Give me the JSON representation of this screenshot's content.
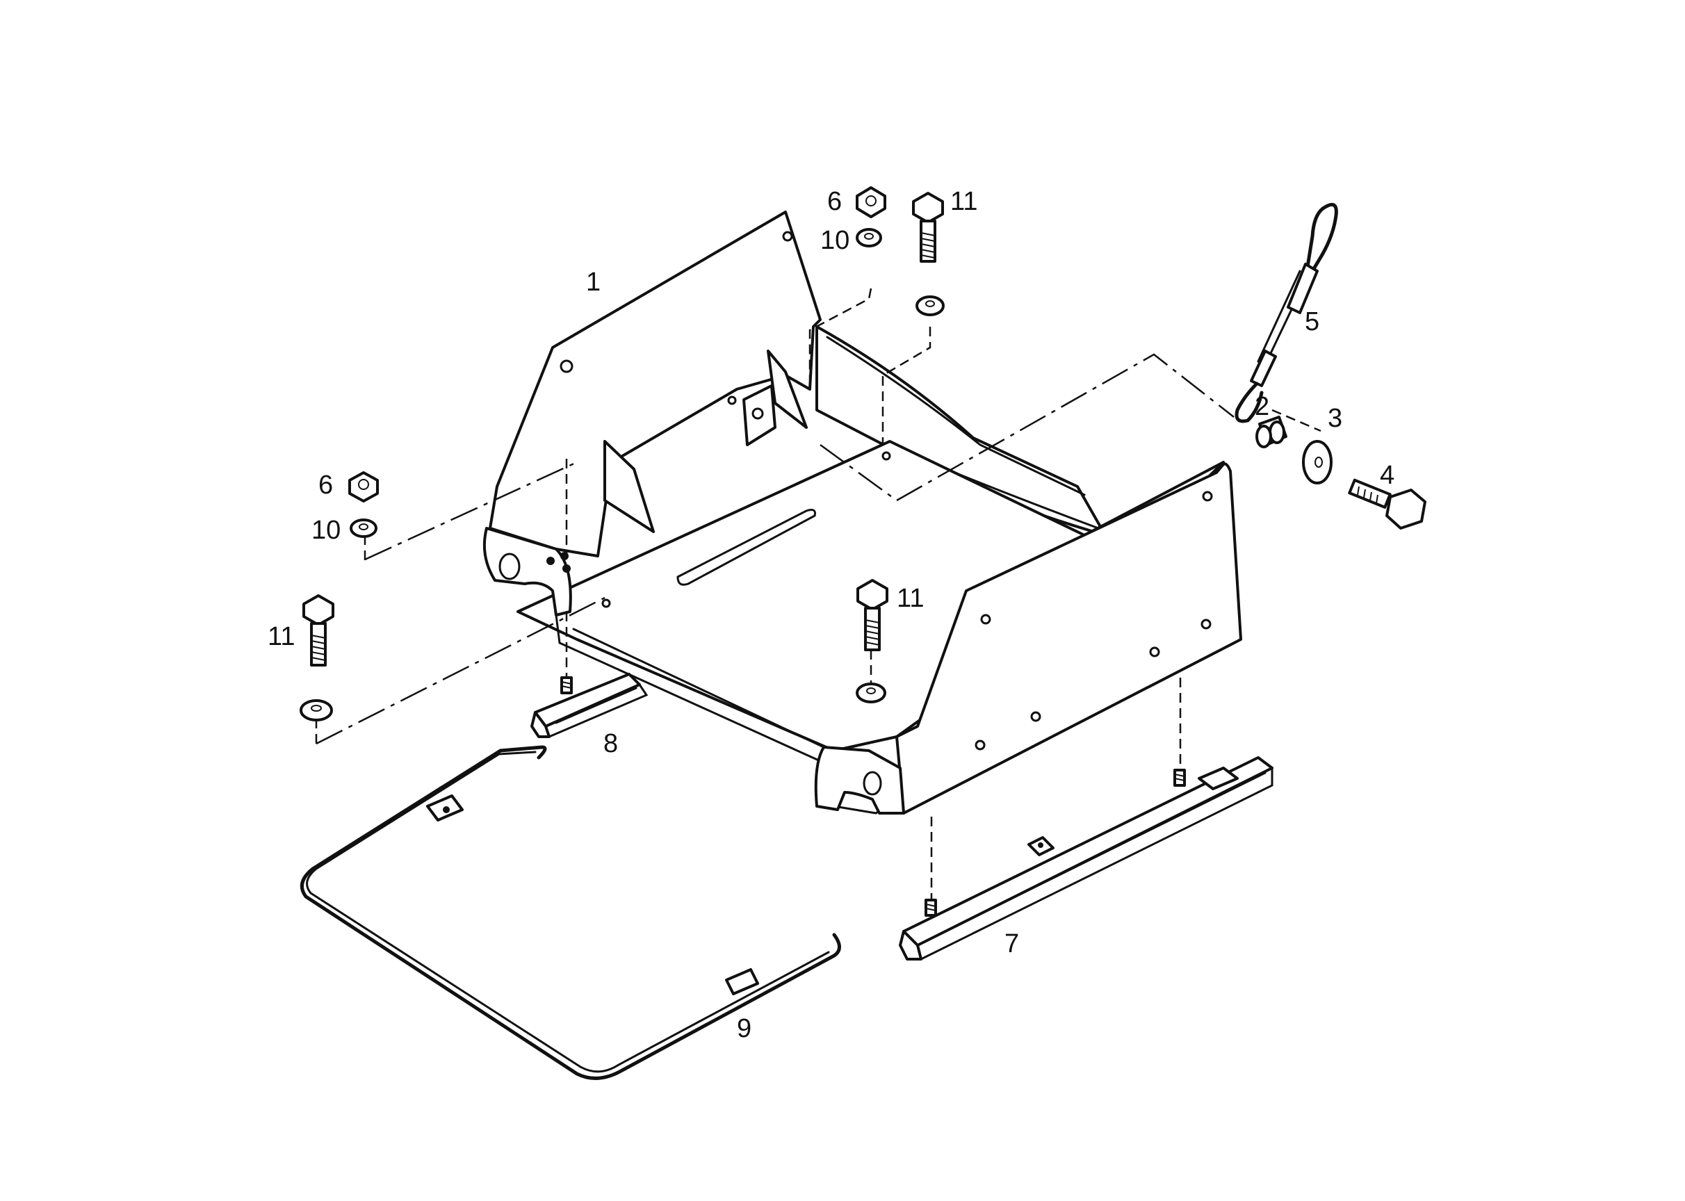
{
  "callouts": [
    {
      "id": "c1",
      "text": "1"
    },
    {
      "id": "c2",
      "text": "2"
    },
    {
      "id": "c3",
      "text": "3"
    },
    {
      "id": "c4",
      "text": "4"
    },
    {
      "id": "c5",
      "text": "5"
    },
    {
      "id": "c6a",
      "text": "6"
    },
    {
      "id": "c6b",
      "text": "6"
    },
    {
      "id": "c7",
      "text": "7"
    },
    {
      "id": "c8",
      "text": "8"
    },
    {
      "id": "c9",
      "text": "9"
    },
    {
      "id": "c10a",
      "text": "10"
    },
    {
      "id": "c10b",
      "text": "10"
    },
    {
      "id": "c11a",
      "text": "11"
    },
    {
      "id": "c11b",
      "text": "11"
    },
    {
      "id": "c11c",
      "text": "11"
    }
  ]
}
